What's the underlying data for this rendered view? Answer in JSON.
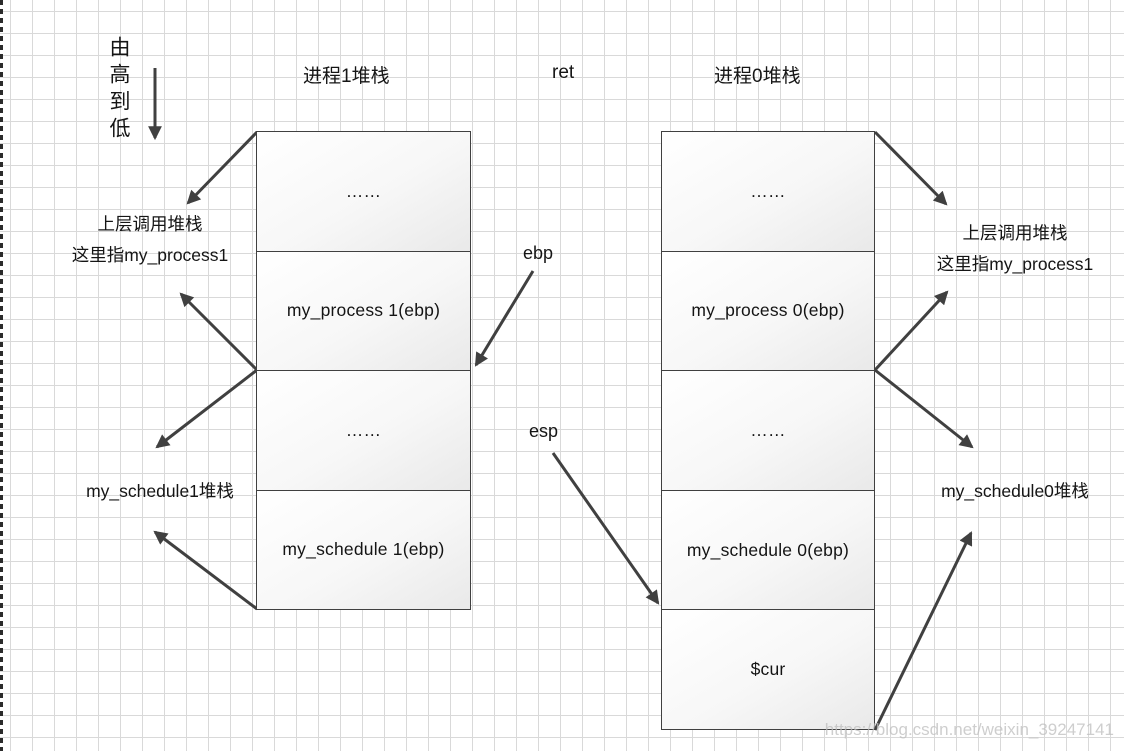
{
  "page": {
    "watermark": "https://blog.csdn.net/weixin_39247141"
  },
  "header": {
    "direction_label": "由高到低",
    "ret_label": "ret"
  },
  "registers": {
    "ebp": "ebp",
    "esp": "esp"
  },
  "stacks": {
    "left": {
      "title": "进程1堆栈",
      "cells": [
        {
          "label": "……"
        },
        {
          "label": "my_process 1(ebp)"
        },
        {
          "label": "……"
        },
        {
          "label": "my_schedule 1(ebp)"
        }
      ]
    },
    "right": {
      "title": "进程0堆栈",
      "cells": [
        {
          "label": "……"
        },
        {
          "label": "my_process 0(ebp)"
        },
        {
          "label": "……"
        },
        {
          "label": "my_schedule 0(ebp)"
        },
        {
          "label": "$cur"
        }
      ]
    }
  },
  "annotations": {
    "left_caller": {
      "line1": "上层调用堆栈",
      "line2": "这里指my_process1"
    },
    "left_schedule": "my_schedule1堆栈",
    "right_caller": {
      "line1": "上层调用堆栈",
      "line2": "这里指my_process1"
    },
    "right_schedule": "my_schedule0堆栈"
  }
}
